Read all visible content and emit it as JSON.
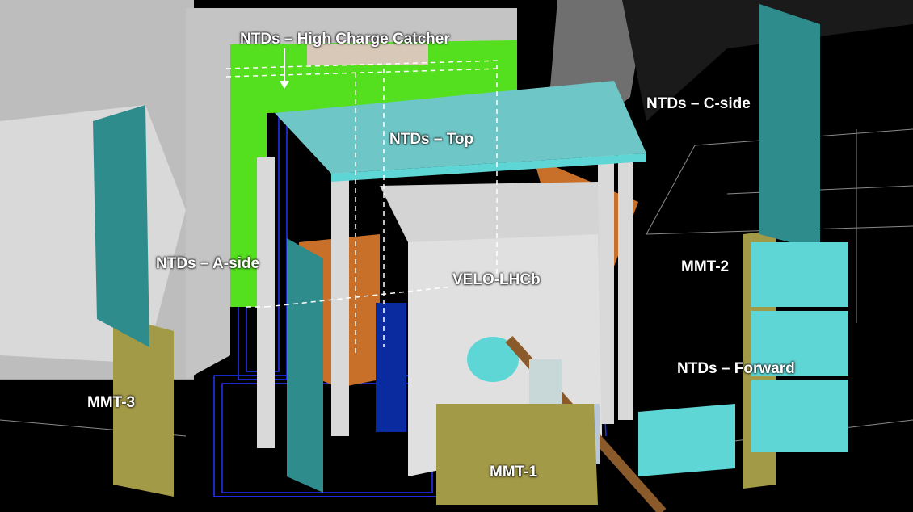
{
  "labels": {
    "ntd_high_charge": "NTDs – High Charge Catcher",
    "ntd_top": "NTDs – Top",
    "ntd_c_side": "NTDs – C-side",
    "ntd_a_side": "NTDs – A-side",
    "velo": "VELO-LHCb",
    "mmt2": "MMT-2",
    "ntd_forward": "NTDs – Forward",
    "mmt3": "MMT-3",
    "mmt1": "MMT-1"
  },
  "colors": {
    "background": "#000000",
    "cavern_grey": "#c8c8c8",
    "vessel_grey": "#d4d4d4",
    "ntd_teal": "#2f8c8c",
    "ntd_cyan": "#5fd6d6",
    "mmt_olive": "#a39a48",
    "green_plate": "#55e01f",
    "copper": "#c8702a",
    "blue_support": "#0a2aa0",
    "wire_blue": "#2233ff",
    "beam_pipe": "#8a5a2a",
    "label": "#ffffff"
  }
}
